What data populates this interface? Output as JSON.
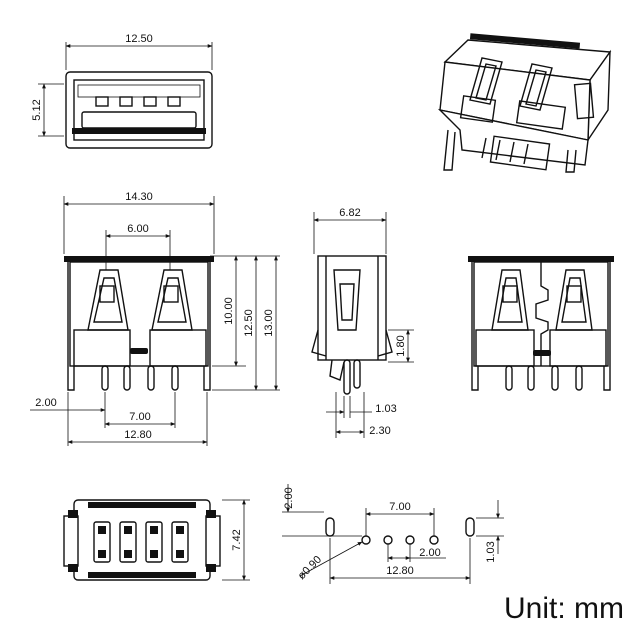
{
  "top_view": {
    "width_label": "12.50",
    "height_label": "5.12"
  },
  "front_view": {
    "width_label": "14.30",
    "inner_width_label": "6.00",
    "height_10": "10.00",
    "height_1250": "12.50",
    "height_13": "13.00",
    "pin_offset_label": "2.00",
    "pin_span_label": "7.00",
    "leg_span_label": "12.80"
  },
  "side_view": {
    "width_label": "6.82",
    "tab_label": "1.80",
    "pin_label": "1.03",
    "pin_depth_label": "2.30"
  },
  "bottom_view": {
    "height_label": "7.42"
  },
  "footprint": {
    "pin_span_label": "7.00",
    "row_offset_label": "2.00",
    "pitch_label": "2.00",
    "hole_label": "ø0.90",
    "leg_span_label": "12.80",
    "slot_label": "1.03"
  },
  "unit_label": "Unit: mm",
  "icons": [
    "usb-a-connector-3d-icon"
  ]
}
